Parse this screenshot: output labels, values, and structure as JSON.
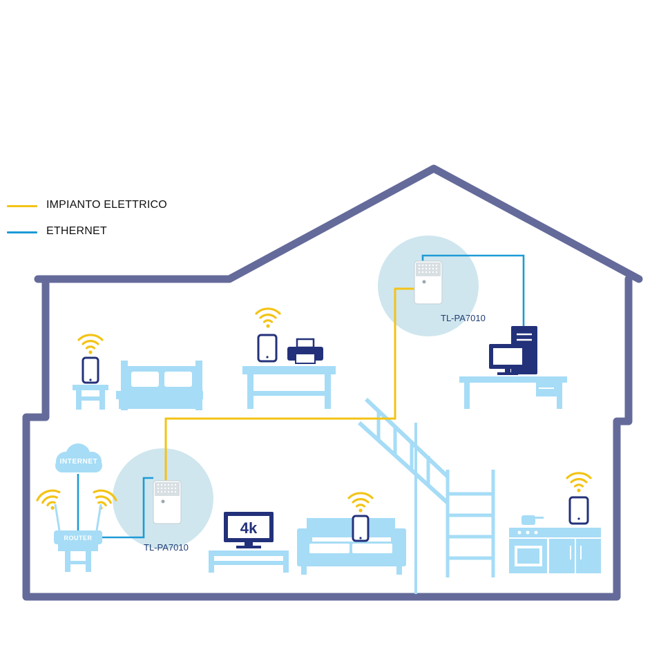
{
  "legend": {
    "items": [
      {
        "label": "IMPIANTO ELETTRICO",
        "color": "#f3c316"
      },
      {
        "label": "ETHERNET",
        "color": "#1d9ad6"
      }
    ]
  },
  "devices": {
    "adapter_top_label": "TL-PA7010",
    "adapter_bottom_label": "TL-PA7010",
    "cloud_label": "INTERNET",
    "router_label": "ROUTER",
    "tv_label": "4k"
  },
  "colors": {
    "house_outline": "#646b9a",
    "furniture": "#a6dcf6",
    "bubble": "#cfe6ee",
    "computer": "#23317a",
    "powerline": "#f3c316",
    "ethernet": "#1d9ad6",
    "wifi": "#f3c316"
  }
}
